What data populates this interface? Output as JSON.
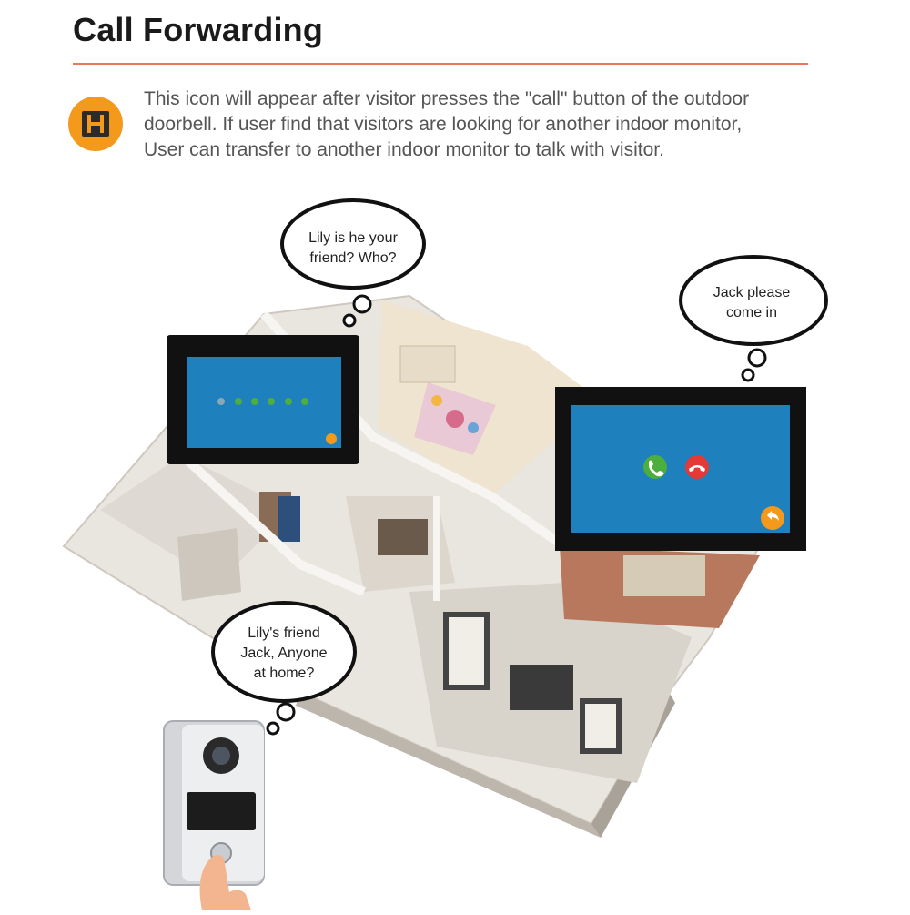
{
  "header": {
    "title": "Call Forwarding"
  },
  "description": {
    "lines": [
      "This icon will appear after visitor presses the \"call\" button of the outdoor",
      "doorbell.  If user find that visitors are looking for another indoor monitor,",
      "User can transfer to another indoor monitor to talk with visitor."
    ]
  },
  "icons": {
    "forward": "call-forward-icon",
    "accept": "phone-accept-icon",
    "reject": "phone-reject-icon",
    "back": "back-arrow-icon"
  },
  "bubbles": {
    "top_left": {
      "line1": "Lily is he your",
      "line2": "friend? Who?"
    },
    "top_right": {
      "line1": "Jack please",
      "line2": "come in"
    },
    "bottom": {
      "line1": "Lily's friend",
      "line2": "Jack, Anyone",
      "line3": "at home?"
    }
  },
  "colors": {
    "accent": "#f39a1c",
    "rule": "#e8785a",
    "screen": "#1e80bd",
    "accept": "#4cae3c",
    "reject": "#e53935"
  }
}
